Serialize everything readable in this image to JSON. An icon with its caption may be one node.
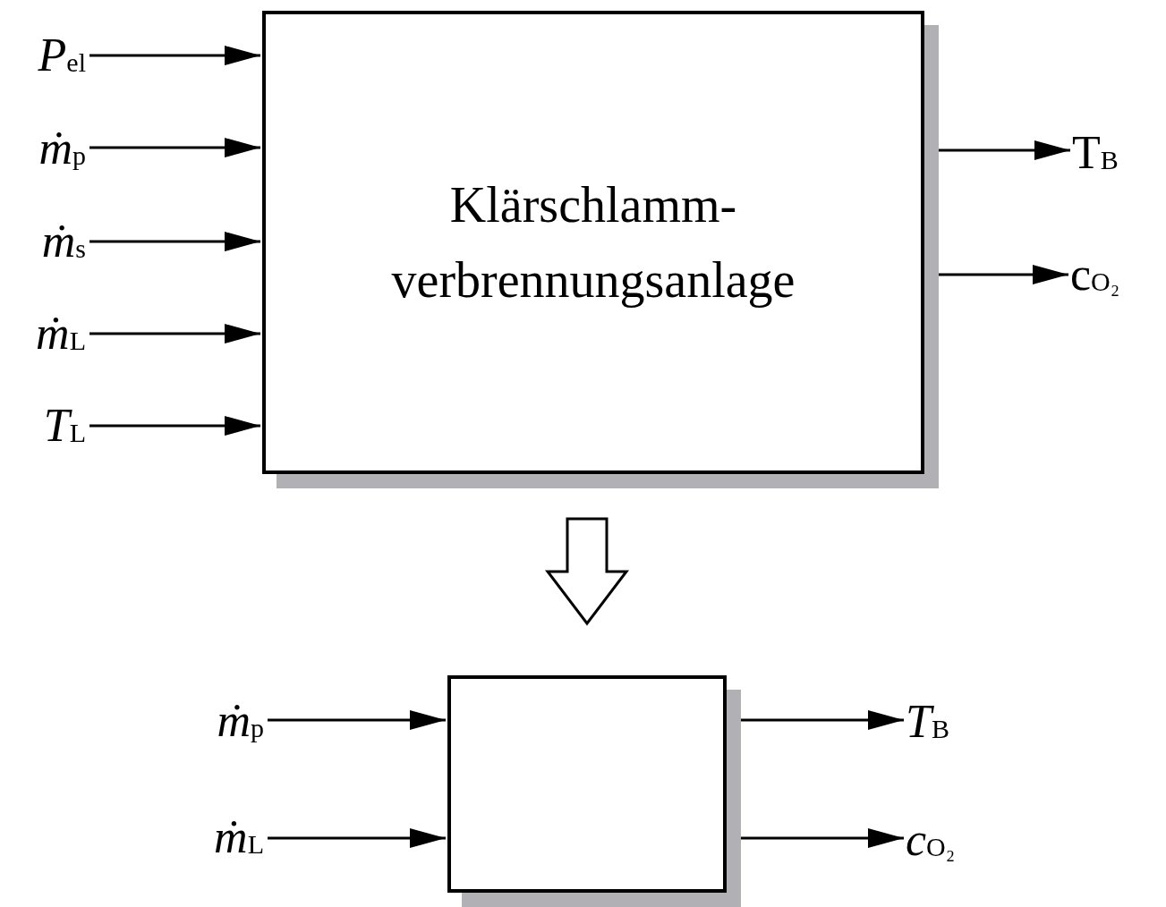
{
  "diagram": {
    "nodes": [
      {
        "text": [
          "Klärschlamm- verbrennungsanlage"
        ]
      },
      {
        "text": [
          "*P*$_{el}$"
        ]
      },
      {
        "text": [
          "*ṁ*$_{p}$"
        ]
      },
      {
        "text": [
          "*ṁ*$_{s}$"
        ]
      },
      {
        "text": [
          "*ṁ*$_{L}$"
        ]
      },
      {
        "text": [
          "*T*$_{L}$"
        ]
      },
      {
        "text": [
          "T$_{B}$"
        ]
      },
      {
        "text": [
          "c$_{O₂}$"
        ]
      },
      {
        "text": [],
        "shape": "box"
      },
      {
        "text": [
          "*ṁ*$_{p}$"
        ]
      },
      {
        "text": [
          "*ṁ*$_{L}$"
        ]
      },
      {
        "text": [
          "*T*$_{B}$"
        ]
      },
      {
        "text": [
          "*c*$_{O₂}$"
        ]
      }
    ],
    "edges": [
      {
        "from": 1,
        "to": 0,
        "arrow": "to"
      },
      {
        "from": 2,
        "to": 0,
        "arrow": "to"
      },
      {
        "from": 3,
        "to": 0,
        "arrow": "to"
      },
      {
        "from": 4,
        "to": 0,
        "arrow": "to"
      },
      {
        "from": 5,
        "to": 0,
        "arrow": "to"
      },
      {
        "from": 0,
        "to": 6,
        "arrow": "to"
      },
      {
        "from": 0,
        "to": 7,
        "arrow": "to"
      },
      {
        "from": 0,
        "to": 8,
        "arrow": "to",
        "style": "thick"
      },
      {
        "from": 9,
        "to": 8,
        "arrow": "to"
      },
      {
        "from": 10,
        "to": 8,
        "arrow": "to"
      },
      {
        "from": 8,
        "to": 11,
        "arrow": "to"
      },
      {
        "from": 8,
        "to": 12,
        "arrow": "to"
      }
    ]
  }
}
